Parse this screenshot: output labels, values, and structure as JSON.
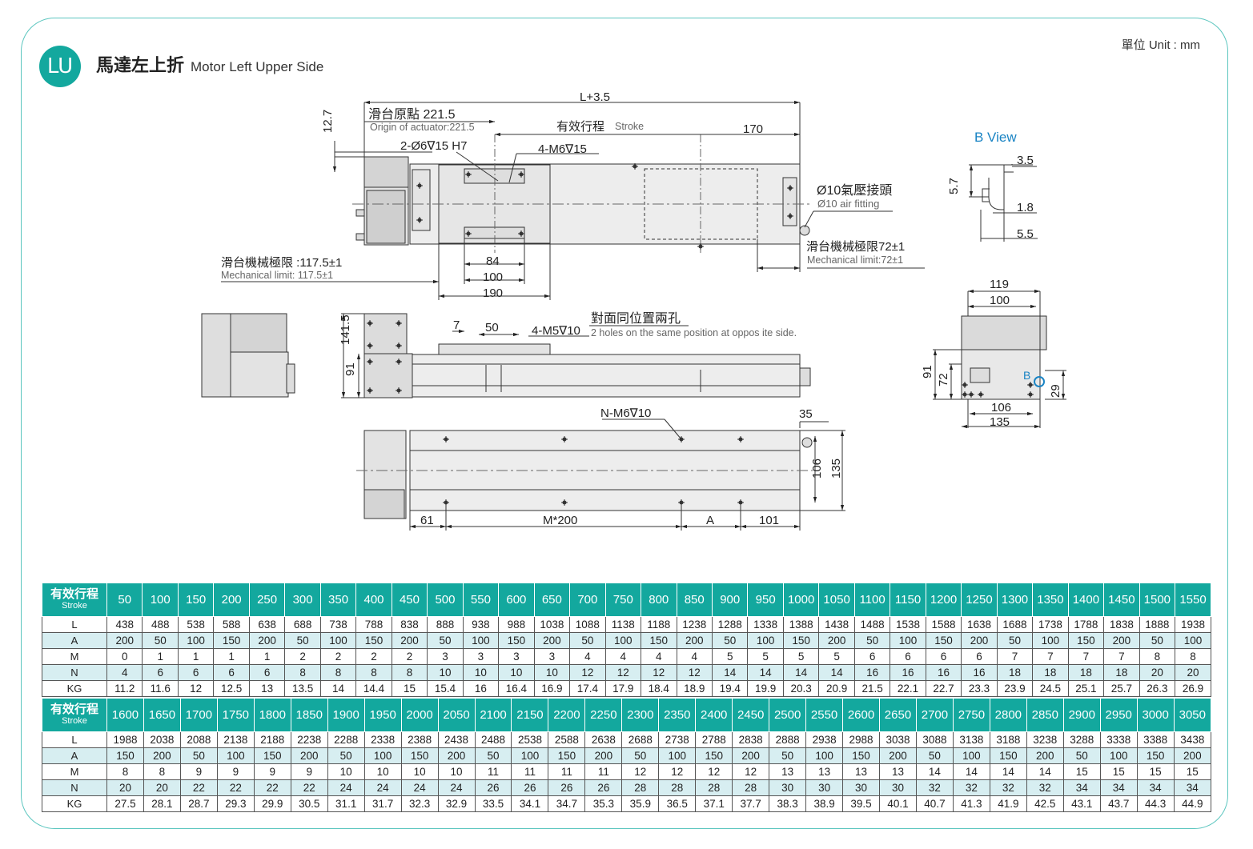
{
  "header": {
    "badge": "LU",
    "title_zh": "馬達左上折",
    "title_en": "Motor Left Upper Side",
    "unit": "單位 Unit : mm"
  },
  "drawing": {
    "dim_L": "L+3.5",
    "dim_12_7": "12.7",
    "origin_zh": "滑台原點 221.5",
    "origin_en": "Origin of actuator:221.5",
    "stroke_zh": "有效行程",
    "stroke_en": "Stroke",
    "dim_170": "170",
    "hole_2": "2-Ø6∇15 H7",
    "hole_4": "4-M6∇15",
    "air_zh": "Ø10氣壓接頭",
    "air_en": "Ø10 air fitting",
    "mech_right_zh": "滑台機械極限72±1",
    "mech_right_en": "Mechanical limit:72±1",
    "mech_left_zh": "滑台機械極限 :117.5±1",
    "mech_left_en": "Mechanical limit: 117.5±1",
    "dim_84": "84",
    "dim_100": "100",
    "dim_190": "190",
    "dim_7": "7",
    "dim_50": "50",
    "holes_m5": "4-M5∇10",
    "opp_zh": "對面同位置兩孔",
    "opp_en": "2 holes on the same position at oppos ite side.",
    "dim_141_5": "141.5",
    "dim_91": "91",
    "n_m6": "N-M6∇10",
    "dim_35": "35",
    "dim_106": "106",
    "dim_135": "135",
    "dim_61": "61",
    "dim_m200": "M*200",
    "dim_A": "A",
    "dim_101": "101",
    "bview_title": "B View",
    "bv_3_5": "3.5",
    "bv_5_7": "5.7",
    "bv_1_8": "1.8",
    "bv_5_5": "5.5",
    "ev_119": "119",
    "ev_100": "100",
    "ev_91": "91",
    "ev_72": "72",
    "ev_B": "B",
    "ev_29": "29",
    "ev_106": "106",
    "ev_135": "135"
  },
  "tables": [
    {
      "label_zh": "有效行程",
      "label_en": "Stroke",
      "strokes": [
        "50",
        "100",
        "150",
        "200",
        "250",
        "300",
        "350",
        "400",
        "450",
        "500",
        "550",
        "600",
        "650",
        "700",
        "750",
        "800",
        "850",
        "900",
        "950",
        "1000",
        "1050",
        "1100",
        "1150",
        "1200",
        "1250",
        "1300",
        "1350",
        "1400",
        "1450",
        "1500",
        "1550"
      ],
      "rows": [
        {
          "label": "L",
          "values": [
            "438",
            "488",
            "538",
            "588",
            "638",
            "688",
            "738",
            "788",
            "838",
            "888",
            "938",
            "988",
            "1038",
            "1088",
            "1138",
            "1188",
            "1238",
            "1288",
            "1338",
            "1388",
            "1438",
            "1488",
            "1538",
            "1588",
            "1638",
            "1688",
            "1738",
            "1788",
            "1838",
            "1888",
            "1938"
          ]
        },
        {
          "label": "A",
          "values": [
            "200",
            "50",
            "100",
            "150",
            "200",
            "50",
            "100",
            "150",
            "200",
            "50",
            "100",
            "150",
            "200",
            "50",
            "100",
            "150",
            "200",
            "50",
            "100",
            "150",
            "200",
            "50",
            "100",
            "150",
            "200",
            "50",
            "100",
            "150",
            "200",
            "50",
            "100"
          ]
        },
        {
          "label": "M",
          "values": [
            "0",
            "1",
            "1",
            "1",
            "1",
            "2",
            "2",
            "2",
            "2",
            "3",
            "3",
            "3",
            "3",
            "4",
            "4",
            "4",
            "4",
            "5",
            "5",
            "5",
            "5",
            "6",
            "6",
            "6",
            "6",
            "7",
            "7",
            "7",
            "7",
            "8",
            "8"
          ]
        },
        {
          "label": "N",
          "values": [
            "4",
            "6",
            "6",
            "6",
            "6",
            "8",
            "8",
            "8",
            "8",
            "10",
            "10",
            "10",
            "10",
            "12",
            "12",
            "12",
            "12",
            "14",
            "14",
            "14",
            "14",
            "16",
            "16",
            "16",
            "16",
            "18",
            "18",
            "18",
            "18",
            "20",
            "20"
          ]
        },
        {
          "label": "KG",
          "values": [
            "11.2",
            "11.6",
            "12",
            "12.5",
            "13",
            "13.5",
            "14",
            "14.4",
            "15",
            "15.4",
            "16",
            "16.4",
            "16.9",
            "17.4",
            "17.9",
            "18.4",
            "18.9",
            "19.4",
            "19.9",
            "20.3",
            "20.9",
            "21.5",
            "22.1",
            "22.7",
            "23.3",
            "23.9",
            "24.5",
            "25.1",
            "25.7",
            "26.3",
            "26.9"
          ]
        }
      ]
    },
    {
      "label_zh": "有效行程",
      "label_en": "Stroke",
      "strokes": [
        "1600",
        "1650",
        "1700",
        "1750",
        "1800",
        "1850",
        "1900",
        "1950",
        "2000",
        "2050",
        "2100",
        "2150",
        "2200",
        "2250",
        "2300",
        "2350",
        "2400",
        "2450",
        "2500",
        "2550",
        "2600",
        "2650",
        "2700",
        "2750",
        "2800",
        "2850",
        "2900",
        "2950",
        "3000",
        "3050"
      ],
      "rows": [
        {
          "label": "L",
          "values": [
            "1988",
            "2038",
            "2088",
            "2138",
            "2188",
            "2238",
            "2288",
            "2338",
            "2388",
            "2438",
            "2488",
            "2538",
            "2588",
            "2638",
            "2688",
            "2738",
            "2788",
            "2838",
            "2888",
            "2938",
            "2988",
            "3038",
            "3088",
            "3138",
            "3188",
            "3238",
            "3288",
            "3338",
            "3388",
            "3438"
          ]
        },
        {
          "label": "A",
          "values": [
            "150",
            "200",
            "50",
            "100",
            "150",
            "200",
            "50",
            "100",
            "150",
            "200",
            "50",
            "100",
            "150",
            "200",
            "50",
            "100",
            "150",
            "200",
            "50",
            "100",
            "150",
            "200",
            "50",
            "100",
            "150",
            "200",
            "50",
            "100",
            "150",
            "200"
          ]
        },
        {
          "label": "M",
          "values": [
            "8",
            "8",
            "9",
            "9",
            "9",
            "9",
            "10",
            "10",
            "10",
            "10",
            "11",
            "11",
            "11",
            "11",
            "12",
            "12",
            "12",
            "12",
            "13",
            "13",
            "13",
            "13",
            "14",
            "14",
            "14",
            "14",
            "15",
            "15",
            "15",
            "15"
          ]
        },
        {
          "label": "N",
          "values": [
            "20",
            "20",
            "22",
            "22",
            "22",
            "22",
            "24",
            "24",
            "24",
            "24",
            "26",
            "26",
            "26",
            "26",
            "28",
            "28",
            "28",
            "28",
            "30",
            "30",
            "30",
            "30",
            "32",
            "32",
            "32",
            "32",
            "34",
            "34",
            "34",
            "34"
          ]
        },
        {
          "label": "KG",
          "values": [
            "27.5",
            "28.1",
            "28.7",
            "29.3",
            "29.9",
            "30.5",
            "31.1",
            "31.7",
            "32.3",
            "32.9",
            "33.5",
            "34.1",
            "34.7",
            "35.3",
            "35.9",
            "36.5",
            "37.1",
            "37.7",
            "38.3",
            "38.9",
            "39.5",
            "40.1",
            "40.7",
            "41.3",
            "41.9",
            "42.5",
            "43.1",
            "43.7",
            "44.3",
            "44.9"
          ]
        }
      ]
    }
  ]
}
